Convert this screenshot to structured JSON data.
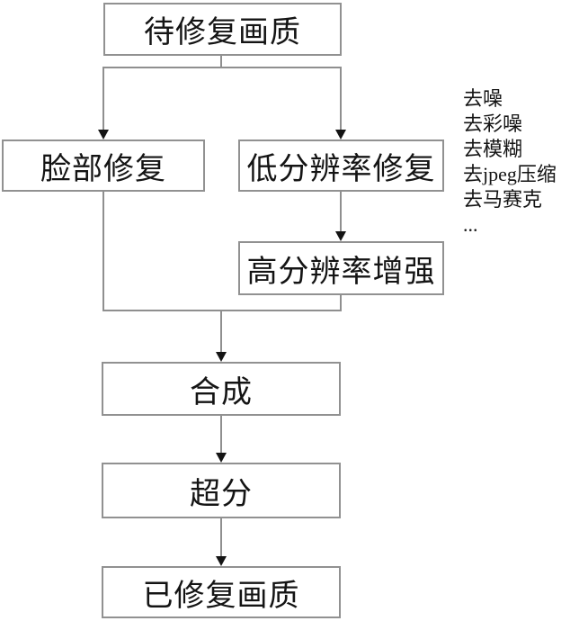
{
  "colors": {
    "background": "#ffffff",
    "box_fill": "#ffffff",
    "box_border": "#919191",
    "connector": "#8f8f8f",
    "arrow": "#141414",
    "text": "#141414"
  },
  "nodes": {
    "source": {
      "label": "待修复画质"
    },
    "face": {
      "label": "脸部修复"
    },
    "lowres": {
      "label": "低分辨率修复"
    },
    "hires": {
      "label": "高分辨率增强"
    },
    "merge": {
      "label": "合成"
    },
    "superres": {
      "label": "超分"
    },
    "result": {
      "label": "已修复画质"
    }
  },
  "annotations": {
    "items": [
      "去噪",
      "去彩噪",
      "去模糊",
      "去jpeg压缩",
      "去马赛克",
      "..."
    ]
  },
  "edges": [
    {
      "from": "待修复画质",
      "to": "脸部修复"
    },
    {
      "from": "待修复画质",
      "to": "低分辨率修复"
    },
    {
      "from": "低分辨率修复",
      "to": "高分辨率增强"
    },
    {
      "from": "脸部修复",
      "to": "合成"
    },
    {
      "from": "高分辨率增强",
      "to": "合成"
    },
    {
      "from": "合成",
      "to": "超分"
    },
    {
      "from": "超分",
      "to": "已修复画质"
    }
  ]
}
